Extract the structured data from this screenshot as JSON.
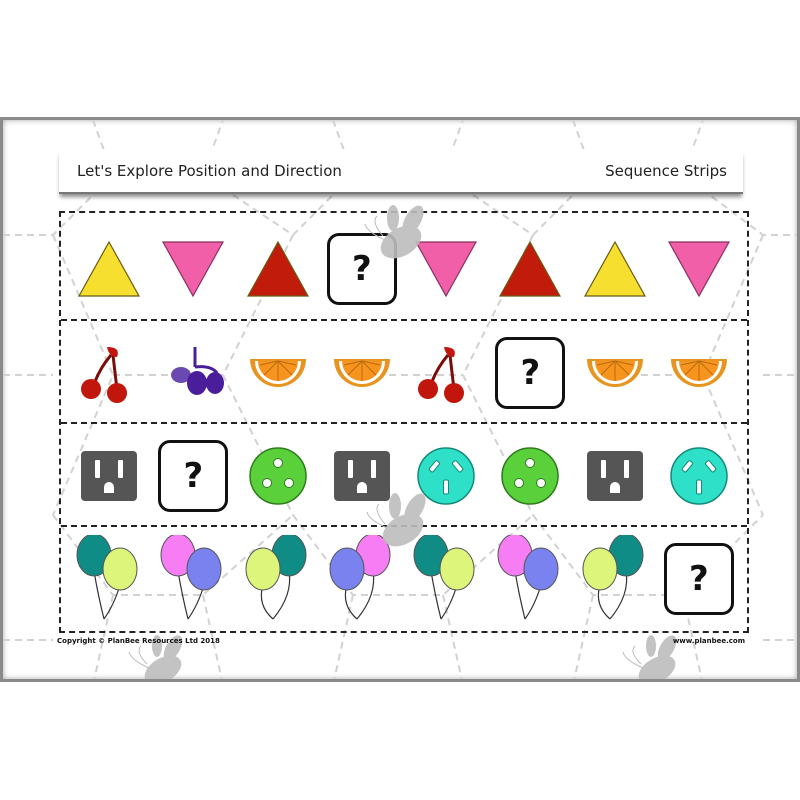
{
  "header": {
    "title": "Let's Explore Position and Direction",
    "subtitle": "Sequence Strips"
  },
  "strips": [
    {
      "name": "shapes",
      "items": [
        {
          "type": "triangle-up",
          "color": "#f7df2f"
        },
        {
          "type": "triangle-down",
          "color": "#f05fa8"
        },
        {
          "type": "triangle-up",
          "color": "#c01b0b"
        },
        {
          "type": "question",
          "label": "?"
        },
        {
          "type": "triangle-down",
          "color": "#f05fa8"
        },
        {
          "type": "triangle-up",
          "color": "#c01b0b"
        },
        {
          "type": "triangle-up",
          "color": "#f7df2f"
        },
        {
          "type": "triangle-down",
          "color": "#f05fa8"
        }
      ]
    },
    {
      "name": "fruit",
      "items": [
        {
          "type": "cherries",
          "color": "#c0160c"
        },
        {
          "type": "grapes",
          "color": "#4a1e9a"
        },
        {
          "type": "orange-slice",
          "color": "#f7941d"
        },
        {
          "type": "orange-slice",
          "color": "#f7941d"
        },
        {
          "type": "cherries",
          "color": "#c0160c"
        },
        {
          "type": "question",
          "label": "?"
        },
        {
          "type": "orange-slice",
          "color": "#f7941d"
        },
        {
          "type": "orange-slice",
          "color": "#f7941d"
        }
      ]
    },
    {
      "name": "plug-sockets",
      "items": [
        {
          "type": "socket-us",
          "color": "#555555"
        },
        {
          "type": "question",
          "label": "?"
        },
        {
          "type": "socket-round-3",
          "color": "#5ad13a"
        },
        {
          "type": "socket-us",
          "color": "#555555"
        },
        {
          "type": "socket-au",
          "color": "#2ee0c8"
        },
        {
          "type": "socket-round-3",
          "color": "#5ad13a"
        },
        {
          "type": "socket-us",
          "color": "#555555"
        },
        {
          "type": "socket-au",
          "color": "#2ee0c8"
        }
      ]
    },
    {
      "name": "balloons",
      "items": [
        {
          "type": "balloons",
          "back": "#0f8c86",
          "front": "#dcf57a",
          "front_side": "right"
        },
        {
          "type": "balloons",
          "back": "#f77df5",
          "front": "#7a82f0",
          "front_side": "right"
        },
        {
          "type": "balloons",
          "back": "#0f8c86",
          "front": "#dcf57a",
          "front_side": "left"
        },
        {
          "type": "balloons",
          "back": "#f77df5",
          "front": "#7a82f0",
          "front_side": "left"
        },
        {
          "type": "balloons",
          "back": "#0f8c86",
          "front": "#dcf57a",
          "front_side": "right"
        },
        {
          "type": "balloons",
          "back": "#f77df5",
          "front": "#7a82f0",
          "front_side": "right"
        },
        {
          "type": "balloons",
          "back": "#0f8c86",
          "front": "#dcf57a",
          "front_side": "left"
        },
        {
          "type": "question",
          "label": "?"
        }
      ]
    }
  ],
  "footer": {
    "copyright": "Copyright © PlanBee Resources Ltd 2018",
    "website": "www.planbee.com"
  }
}
